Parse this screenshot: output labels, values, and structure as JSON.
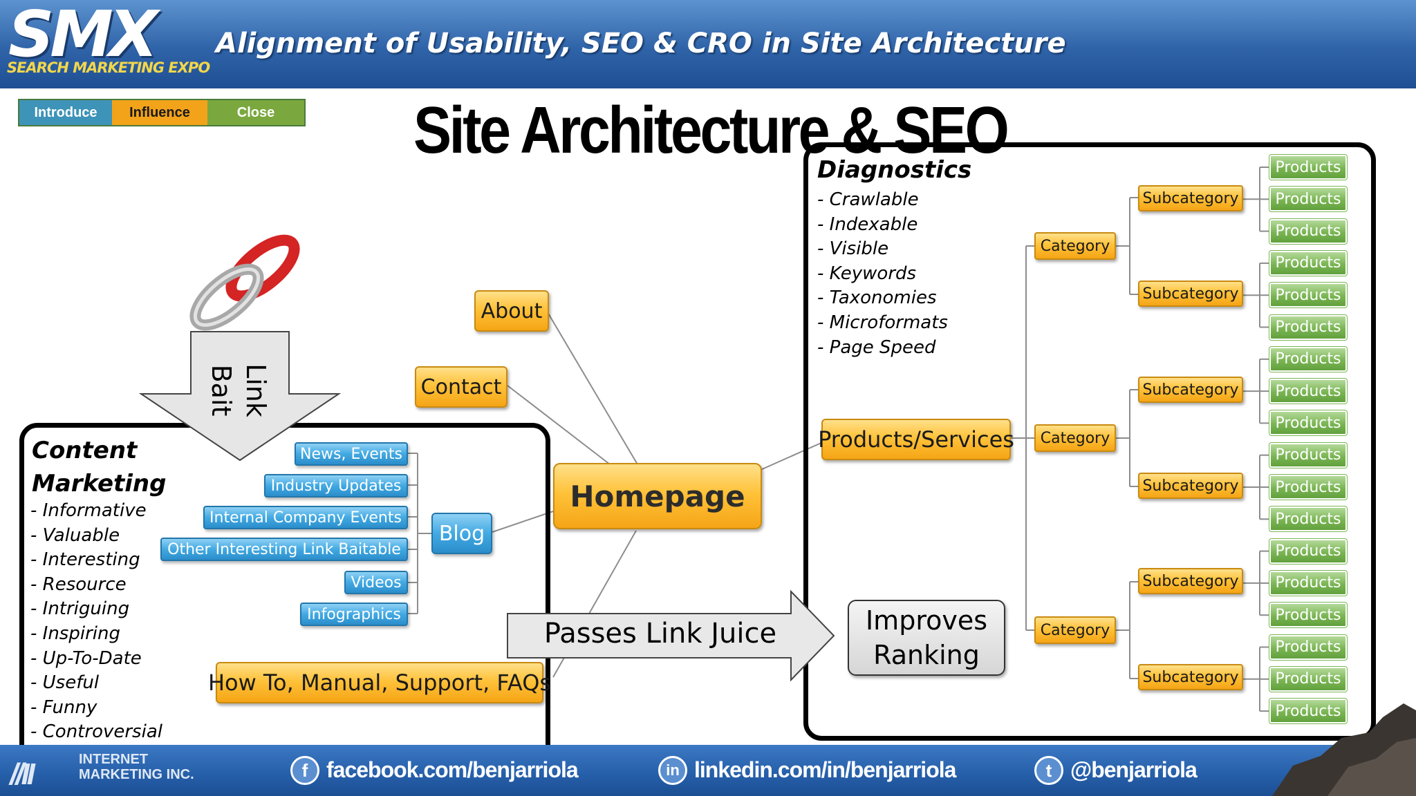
{
  "header": {
    "logo": "SMX",
    "logo_subtitle": "SEARCH MARKETING EXPO",
    "title": "Alignment of Usability, SEO & CRO in Site Architecture"
  },
  "tabs": [
    {
      "label": "Introduce",
      "color": "#3e93b8"
    },
    {
      "label": "Influence",
      "color": "#f3a31a"
    },
    {
      "label": "Close",
      "color": "#7aa83e"
    }
  ],
  "slide_title": "Site Architecture & SEO",
  "diagnostics": {
    "heading": "Diagnostics",
    "items": [
      "- Crawlable",
      "- Indexable",
      "- Visible",
      "- Keywords",
      "- Taxonomies",
      "- Microformats",
      "- Page Speed"
    ]
  },
  "content_marketing": {
    "heading_line1": "Content",
    "heading_line2": "Marketing",
    "items": [
      "- Informative",
      "- Valuable",
      "- Interesting",
      "- Resource",
      "- Intriguing",
      "- Inspiring",
      "- Up-To-Date",
      "- Useful",
      "- Funny",
      "- Controversial"
    ]
  },
  "link_bait": {
    "line1": "Link",
    "line2": "Bait"
  },
  "nodes": {
    "homepage": "Homepage",
    "about": "About",
    "contact": "Contact",
    "products_services": "Products/Services",
    "blog": "Blog",
    "howto": "How To, Manual, Support, FAQs",
    "category": "Category",
    "subcategory": "Subcategory",
    "products": "Products"
  },
  "blog_topics": [
    "News, Events",
    "Industry Updates",
    "Internal Company Events",
    "Other Interesting Link Baitable",
    "Videos",
    "Infographics"
  ],
  "passes_link_juice": "Passes Link Juice",
  "improves_ranking": {
    "line1": "Improves",
    "line2": "Ranking"
  },
  "footer": {
    "company_line1": "INTERNET",
    "company_line2": "MARKETING INC.",
    "facebook": "facebook.com/benjarriola",
    "linkedin": "linkedin.com/in/benjarriola",
    "twitter": "@benjarriola"
  }
}
